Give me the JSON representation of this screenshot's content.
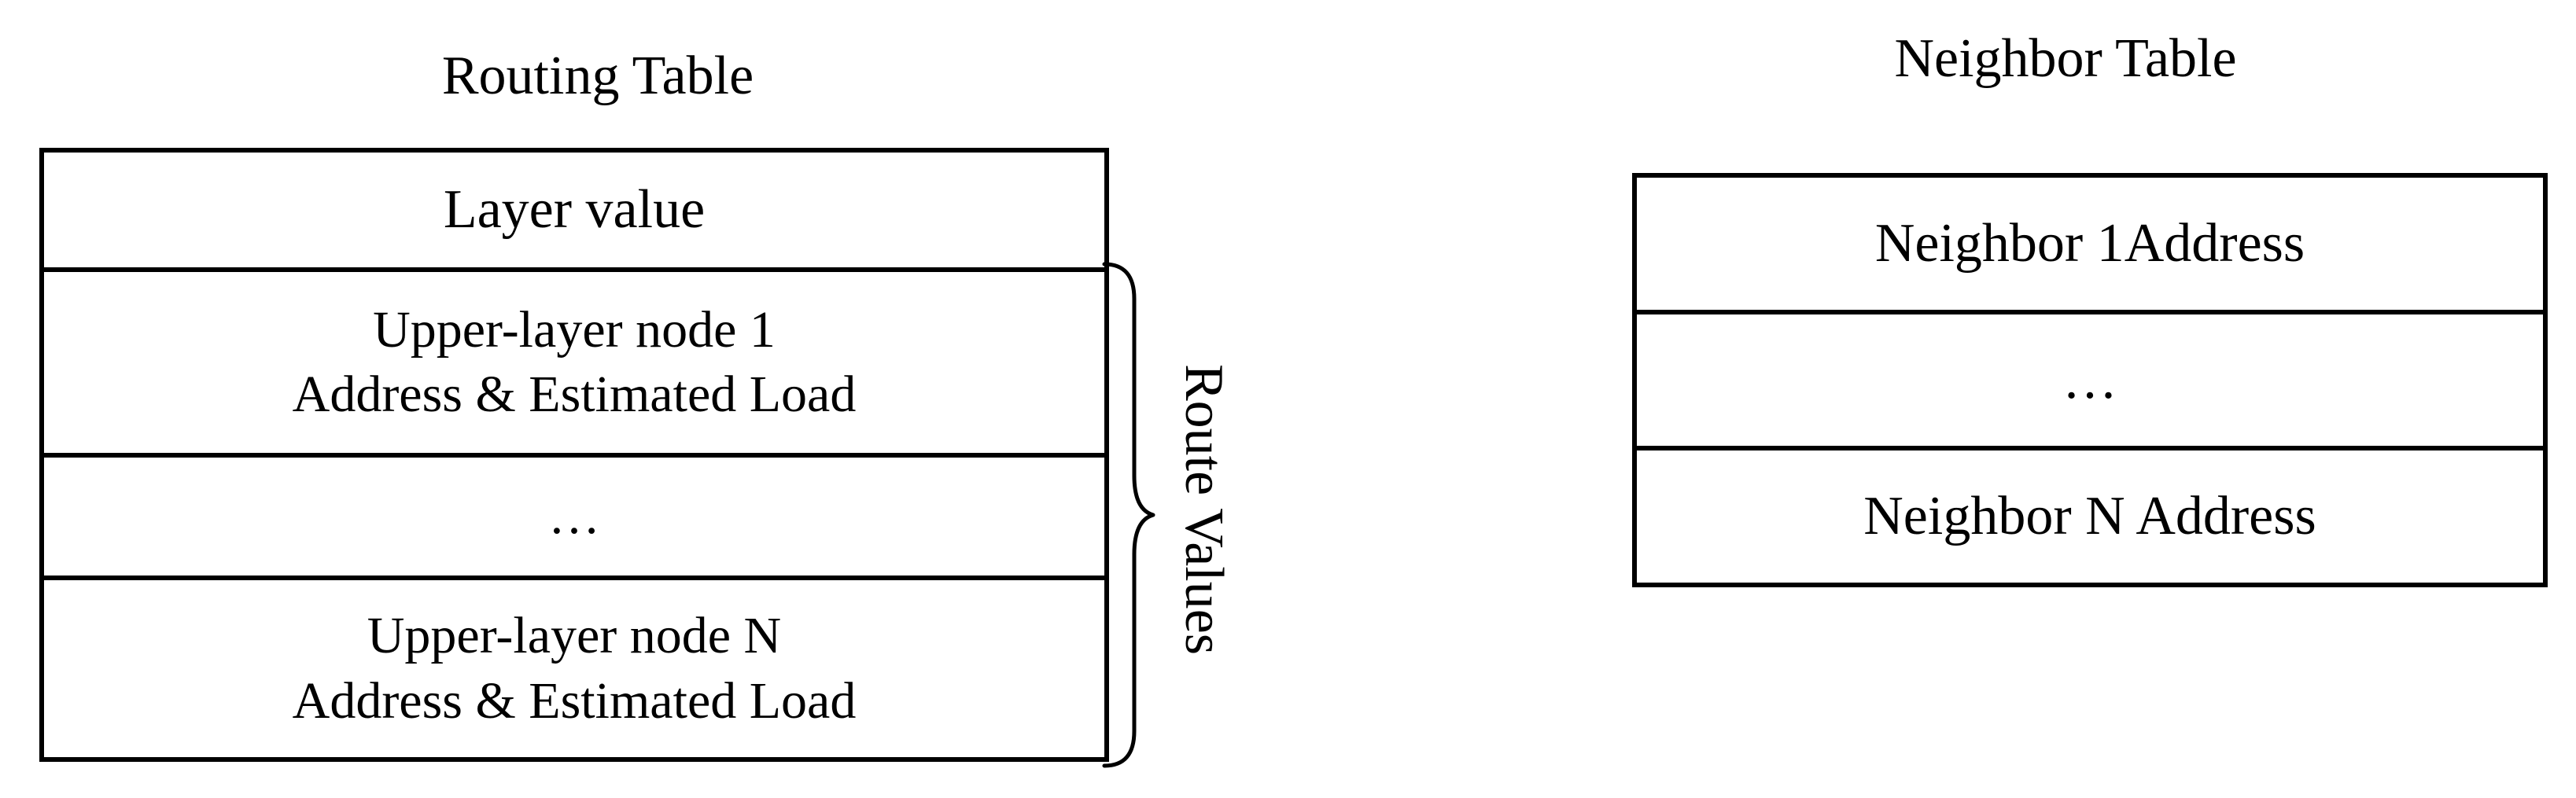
{
  "routing_table": {
    "title": "Routing Table",
    "rows": [
      {
        "line1": "Layer value",
        "line2": ""
      },
      {
        "line1": "Upper-layer node 1",
        "line2": "Address & Estimated Load"
      },
      {
        "line1": "…",
        "line2": ""
      },
      {
        "line1": "Upper-layer node N",
        "line2": "Address & Estimated Load"
      }
    ],
    "brace_label": "Route Values"
  },
  "neighbor_table": {
    "title": "Neighbor Table",
    "rows": [
      "Neighbor 1Address",
      "…",
      "Neighbor N Address"
    ]
  }
}
